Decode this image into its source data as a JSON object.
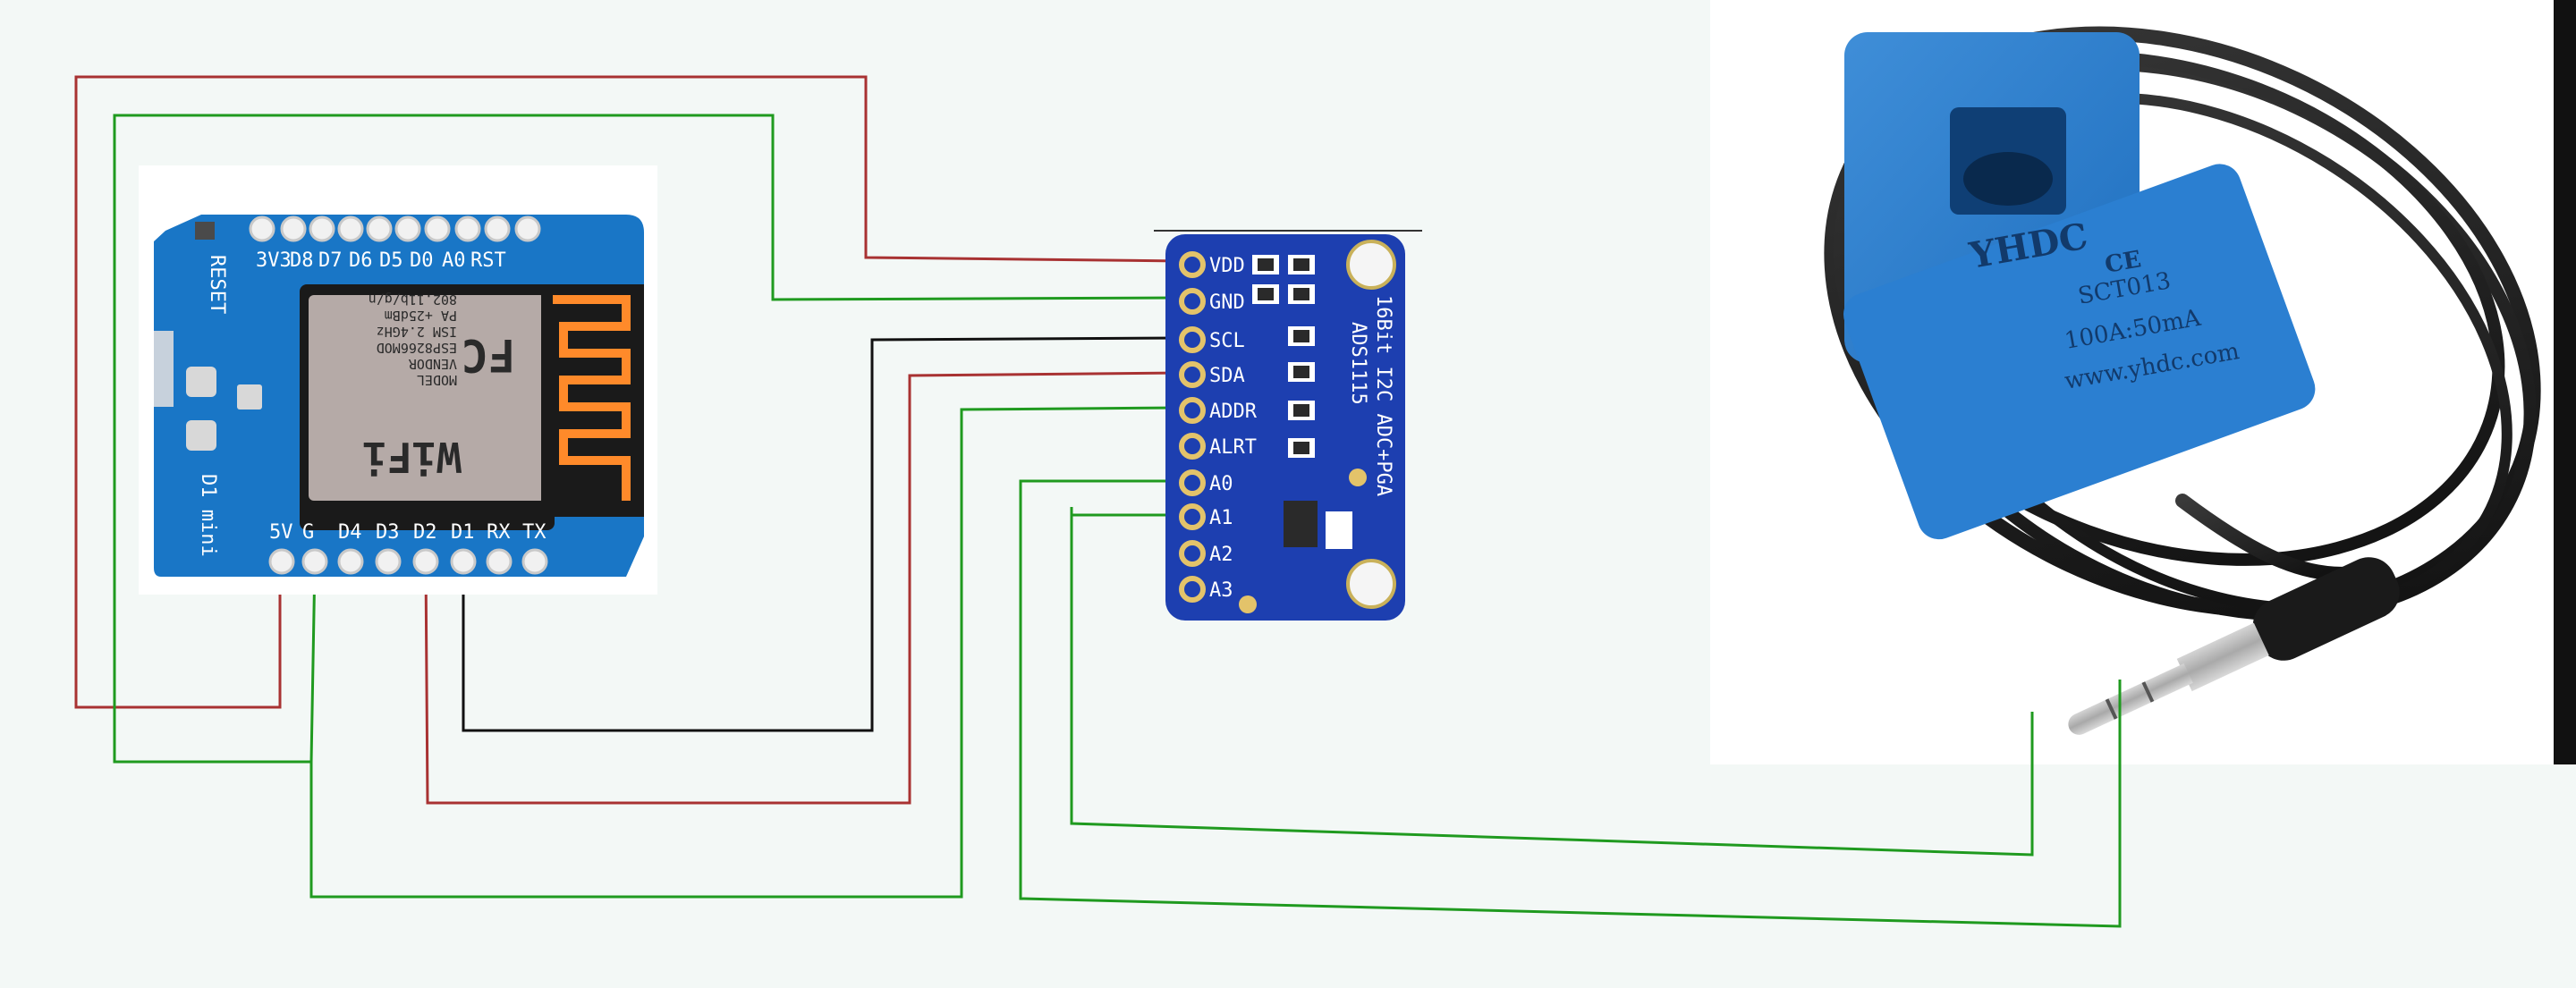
{
  "d1mini": {
    "name": "D1 mini",
    "reset": "RESET",
    "top_pins": [
      "3V3",
      "D8",
      "D7",
      "D6",
      "D5",
      "D0",
      "A0",
      "RST"
    ],
    "bottom_pins": [
      "5V",
      "G",
      "D4",
      "D3",
      "D2",
      "D1",
      "RX",
      "TX"
    ],
    "module": {
      "wifi": "WiFi",
      "fcc": "FC",
      "model": "MODEL",
      "vendor": "VENDOR",
      "part": "ESP8266MOD",
      "ism": "ISM 2.4GHz",
      "pa": "PA +25dBm",
      "std": "802.11b/g/n"
    }
  },
  "ads": {
    "title1": "16Bit I2C ADC+PGA",
    "title2": "ADS1115",
    "pins": [
      "VDD",
      "GND",
      "SCL",
      "SDA",
      "ADDR",
      "ALRT",
      "A0",
      "A1",
      "A2",
      "A3"
    ]
  },
  "sensor": {
    "brand": "YHDC",
    "ce": "CE",
    "model": "SCT013",
    "rating": "100A:50mA",
    "url": "www.yhdc.com"
  },
  "wire_colors": {
    "power": "#a83232",
    "ground": "#1f9a1f",
    "clock": "#111111",
    "data": "#a83232",
    "signal": "#1f9a1f"
  }
}
